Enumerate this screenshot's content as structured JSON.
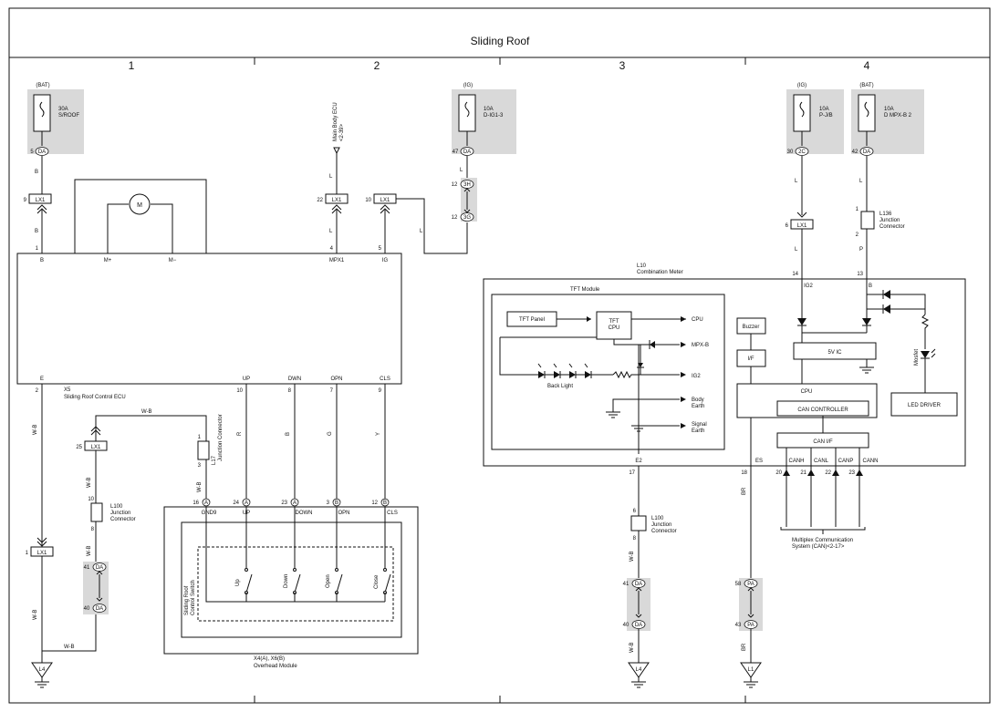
{
  "title": "Sliding Roof",
  "columns": [
    "1",
    "2",
    "3",
    "4"
  ],
  "fuses": [
    {
      "id": "fuse-bat-sroof",
      "source": "(BAT)",
      "rating": "30A",
      "name": "S/ROOF",
      "pin": "5",
      "conn": "DA"
    },
    {
      "id": "fuse-ig-dig13",
      "source": "(IG)",
      "rating": "10A",
      "name": "D-IG1-3",
      "pin": "47",
      "conn": "DA"
    },
    {
      "id": "fuse-ig-pjb",
      "source": "(IG)",
      "rating": "10A",
      "name": "P-J/B",
      "pin": "30",
      "conn": "2C"
    },
    {
      "id": "fuse-bat-dmpxb2",
      "source": "(BAT)",
      "rating": "10A",
      "name": "D MPX-B 2",
      "pin": "42",
      "conn": "DA"
    }
  ],
  "ecu": {
    "code": "X5",
    "name": "Sliding Roof Control ECU",
    "top_pins": [
      {
        "num": "1",
        "label": "B"
      },
      {
        "label": "M+"
      },
      {
        "label": "M−"
      },
      {
        "num": "4",
        "label": "MPX1"
      },
      {
        "num": "5",
        "label": "IG"
      }
    ],
    "bottom_pins": [
      {
        "num": "2",
        "label": "E"
      },
      {
        "num": "10",
        "label": "UP"
      },
      {
        "num": "8",
        "label": "DWN"
      },
      {
        "num": "7",
        "label": "OPN"
      },
      {
        "num": "9",
        "label": "CLS"
      }
    ],
    "motor_symbol": "M"
  },
  "main_body_ecu_ref": "Main Body ECU\n<2-39>",
  "wire_colors": {
    "b": "B",
    "l": "L",
    "wb": "W-B",
    "r": "R",
    "g": "G",
    "y": "Y",
    "p": "P",
    "br": "BR"
  },
  "connectors": {
    "lx1_9": {
      "pin": "9",
      "code": "LX1"
    },
    "lx1_22": {
      "pin": "22",
      "code": "LX1"
    },
    "lx1_10": {
      "pin": "10",
      "code": "LX1"
    },
    "lx1_25": {
      "pin": "25",
      "code": "LX1"
    },
    "lx1_1": {
      "pin": "1",
      "code": "LX1"
    },
    "lx1_6": {
      "pin": "6",
      "code": "LX1"
    },
    "c3h_12": {
      "pin": "12",
      "code": "3H"
    },
    "c3g_12": {
      "pin": "12",
      "code": "3G"
    }
  },
  "junction_l17": {
    "code": "L17",
    "label": "Junction Connector",
    "pins": [
      "1",
      "3"
    ]
  },
  "junction_l100_left": {
    "code": "L100",
    "label": "Junction\nConnector",
    "pins": [
      "10",
      "8"
    ]
  },
  "junction_l100_right": {
    "code": "L100",
    "label": "Junction\nConnector",
    "pins": [
      "6",
      "8"
    ]
  },
  "junction_l136": {
    "code": "L136",
    "label": "Junction\nConnector",
    "pins": [
      "1",
      "2"
    ]
  },
  "da_pairs": [
    {
      "top": "41",
      "bottom": "40",
      "code": "DA"
    },
    {
      "top": "41",
      "bottom": "40",
      "code": "DA"
    },
    {
      "top": "58",
      "bottom": "43",
      "code": "PA"
    }
  ],
  "overhead": {
    "code": "X4(A), X6(B)",
    "name": "Overhead Module",
    "inner_label": "Sliding Roof\nControl Switch",
    "pins": [
      {
        "num": "16",
        "conn": "A",
        "label": "GND9"
      },
      {
        "num": "24",
        "conn": "A",
        "label": "UP"
      },
      {
        "num": "23",
        "conn": "A",
        "label": "DOWN"
      },
      {
        "num": "3",
        "conn": "B",
        "label": "OPN"
      },
      {
        "num": "12",
        "conn": "B",
        "label": "CLS"
      }
    ],
    "switches": [
      "Up",
      "Down",
      "Open",
      "Close"
    ]
  },
  "meter": {
    "code": "L10",
    "name": "Combination Meter",
    "tft_module": "TFT Module",
    "tft_panel": "TFT Panel",
    "tft_cpu": "TFT\nCPU",
    "cpu_arrow": "CPU",
    "mpxb_arrow": "MPX-B",
    "ig2_arrow": "IG2",
    "body_earth": "Body\nEarth",
    "signal_earth": "Signal\nEarth",
    "back_light": "Back Light",
    "buzzer": "Buzzer",
    "if_label": "I/F",
    "vic": "5V IC",
    "cpu": "CPU",
    "can_controller": "CAN CONTROLLER",
    "can_if": "CAN I/F",
    "led_driver": "LED DRIVER",
    "mosfet": "Mosfet",
    "top_pins": [
      {
        "num": "14",
        "label": "IG2"
      },
      {
        "num": "13",
        "label": "B"
      }
    ],
    "bottom_pins": [
      {
        "num": "17",
        "label": "E2"
      },
      {
        "num": "18",
        "label": "ES"
      },
      {
        "num": "20",
        "label": "CANH"
      },
      {
        "num": "21",
        "label": "CANL"
      },
      {
        "num": "22",
        "label": "CANP"
      },
      {
        "num": "23",
        "label": "CANN"
      }
    ]
  },
  "multiplex": "Multiplex Communication\nSystem (CAN)<2-17>",
  "grounds": [
    {
      "id": "ground-l4-left",
      "code": "L4"
    },
    {
      "id": "ground-l4-right",
      "code": "L4"
    },
    {
      "id": "ground-l1",
      "code": "L1"
    }
  ]
}
